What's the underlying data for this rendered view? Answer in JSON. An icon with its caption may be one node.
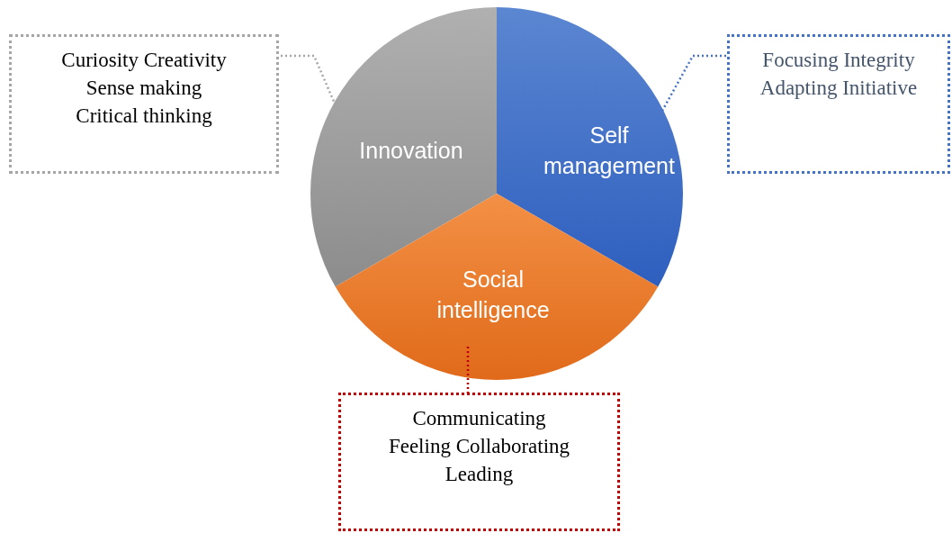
{
  "diagram": {
    "nodes": [
      {
        "text": [
          "Innovation"
        ]
      },
      {
        "text": [
          "Self management"
        ]
      },
      {
        "text": [
          "Social intelligence"
        ]
      },
      {
        "text": [
          "Curiosity Creativity Sense making Critical thinking"
        ]
      },
      {
        "text": [
          "Focusing Integrity Adapting Initiative"
        ]
      },
      {
        "text": [
          "Communicating Feeling Collaborating Leading"
        ]
      }
    ],
    "edges": [
      {
        "from": 3,
        "to": 0,
        "arrow": "none",
        "style": "dashed",
        "color": "#a6a6a6"
      },
      {
        "from": 4,
        "to": 1,
        "arrow": "none",
        "style": "dashed",
        "color": "#4472c4"
      },
      {
        "from": 5,
        "to": 2,
        "arrow": "none",
        "style": "dashed",
        "color": "#c00000"
      }
    ]
  }
}
